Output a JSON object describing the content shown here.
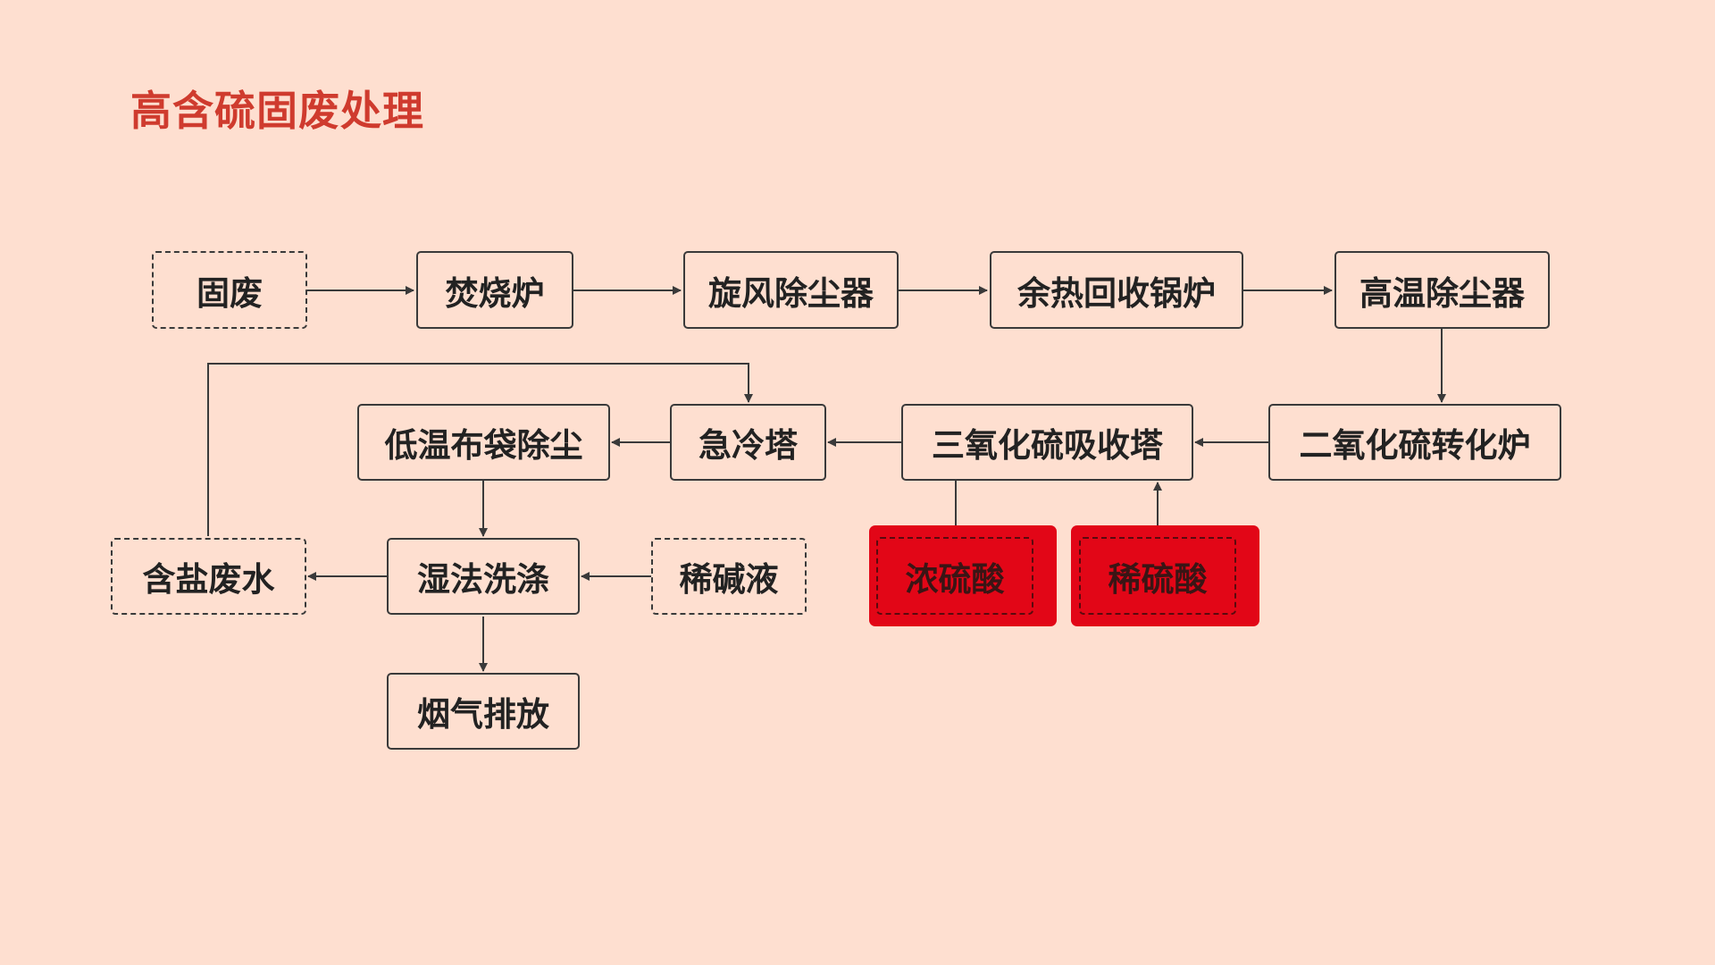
{
  "title": "高含硫固废处理",
  "nodes": {
    "solid_waste": "固废",
    "incinerator": "焚烧炉",
    "cyclone": "旋风除尘器",
    "waste_heat_boiler": "余热回收锅炉",
    "high_temp_dust": "高温除尘器",
    "so2_converter": "二氧化硫转化炉",
    "so3_absorber": "三氧化硫吸收塔",
    "quench_tower": "急冷塔",
    "low_temp_bag": "低温布袋除尘",
    "wet_scrub": "湿法洗涤",
    "dilute_alkali": "稀碱液",
    "saline_water": "含盐废水",
    "flue_gas": "烟气排放",
    "conc_acid": "浓硫酸",
    "dilute_acid": "稀硫酸"
  },
  "colors": {
    "background": "#fedfd0",
    "title": "#cf3b2e",
    "highlight": "#e20617",
    "line": "#3a3a3a"
  }
}
